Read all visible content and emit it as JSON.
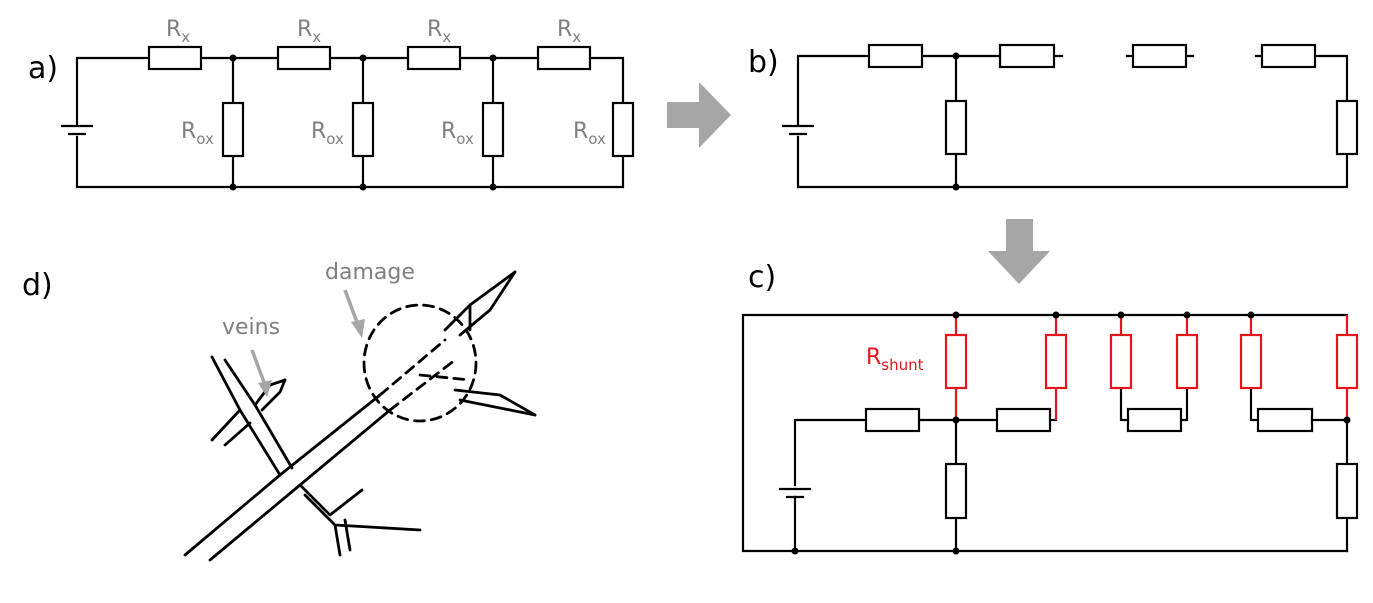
{
  "panels": {
    "a": "a)",
    "b": "b)",
    "c": "c)",
    "d": "d)"
  },
  "labels": {
    "rx_main": "R",
    "rx_sub": "x",
    "rox_main": "R",
    "rox_sub": "ox",
    "rshunt_main": "R",
    "rshunt_sub": "shunt",
    "veins": "veins",
    "damage": "damage"
  },
  "colors": {
    "wire": "#000000",
    "shunt": "#e8141b",
    "label_gray": "#7f7f7f",
    "arrow": "#a6a6a6"
  },
  "icons": {
    "flow_arrow_right": "arrow-right-icon",
    "flow_arrow_down": "arrow-down-icon",
    "battery": "battery-icon"
  }
}
